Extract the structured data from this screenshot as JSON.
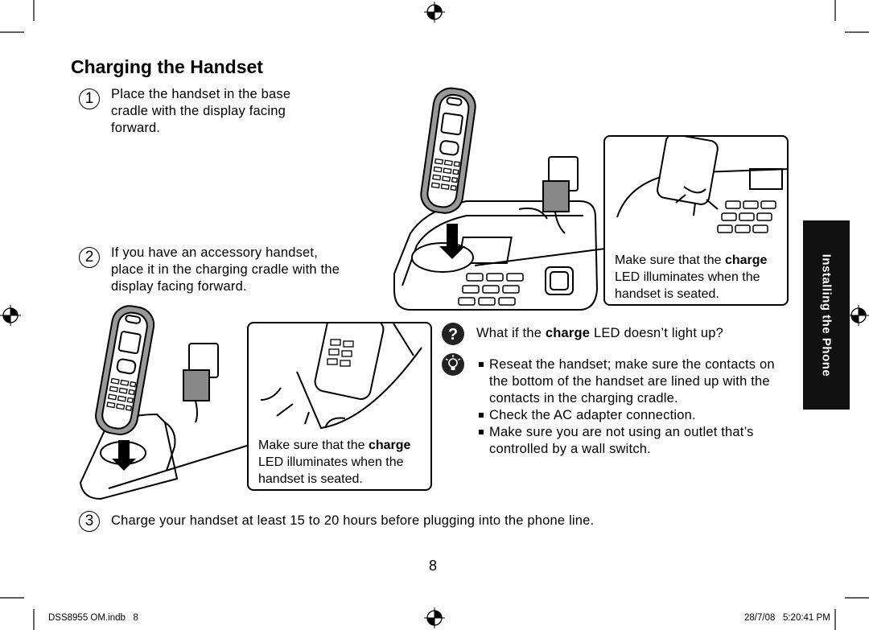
{
  "title": "Charging the Handset",
  "steps": [
    {
      "number": "1",
      "text": "Place the handset in the base cradle with the display facing forward."
    },
    {
      "number": "2",
      "text": "If you have an accessory handset, place it in the charging cradle with the display facing forward."
    },
    {
      "number": "3",
      "text": "Charge your handset at least 15 to 20 hours before plugging into the phone line."
    }
  ],
  "callouts": {
    "base": {
      "prefix": "Make sure that the ",
      "bold": "charge",
      "suffix": " LED illuminates when the handset is seated."
    },
    "cradle": {
      "prefix": "Make sure that the ",
      "bold": "charge",
      "suffix": " LED illuminates when the handset is seated."
    }
  },
  "troubleshoot": {
    "question_prefix": "What if the ",
    "question_bold": "charge",
    "question_suffix": " LED doesn’t light up?",
    "tips": [
      "Reseat the handset; make sure the contacts on the bottom of the handset are lined up with the contacts in the charging cradle.",
      "Check the AC adapter connection.",
      "Make sure you are not using an outlet that’s controlled by a wall switch."
    ]
  },
  "side_tab": "Installing the Phone",
  "page_number": "8",
  "footer": {
    "file": "DSS8955 OM.indb   8",
    "timestamp": "28/7/08   5:20:41 PM"
  },
  "icons": {
    "question": "question-mark-icon",
    "tip": "lightbulb-icon",
    "registration": "registration-mark-icon"
  }
}
